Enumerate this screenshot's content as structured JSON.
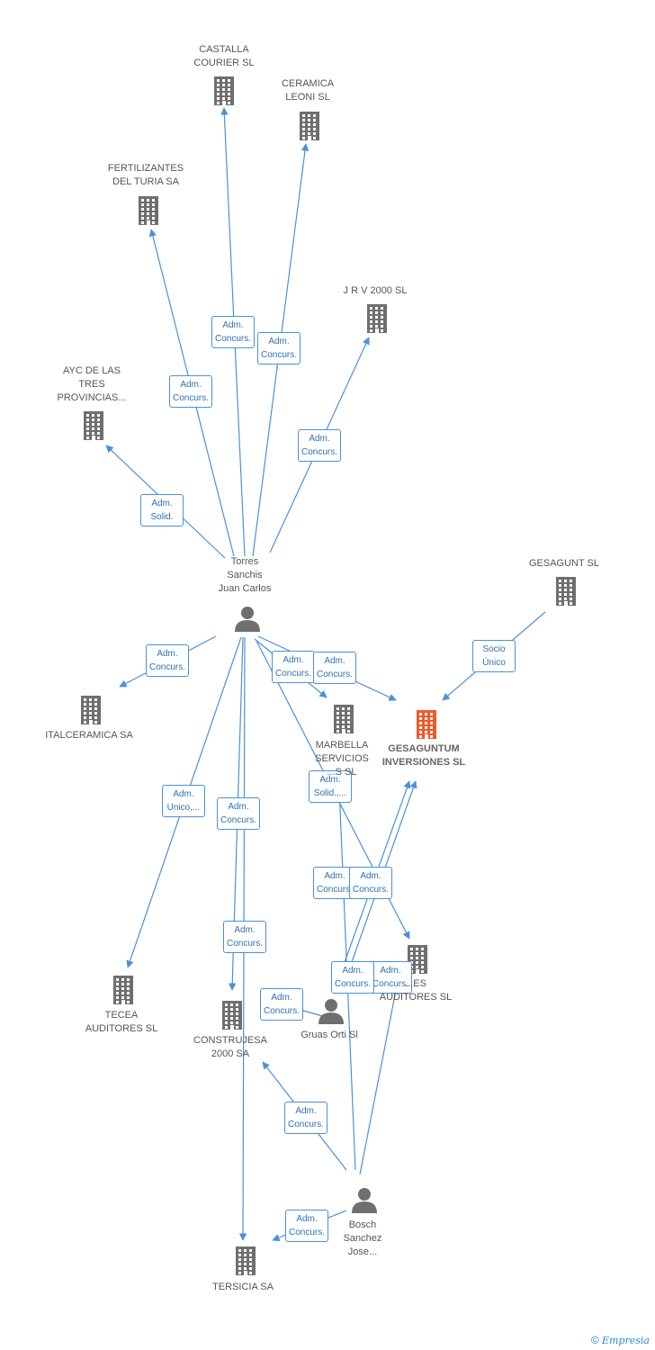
{
  "colors": {
    "edge": "#4a90d9",
    "building": "#6f6f6f",
    "focus_building": "#f05a28",
    "person": "#6f6f6f"
  },
  "nodes": [
    {
      "id": "castalla",
      "kind": "company",
      "label": "CASTALLA\nCOURIER  SL"
    },
    {
      "id": "ceramica",
      "kind": "company",
      "label": "CERAMICA\nLEONI SL"
    },
    {
      "id": "fertilizantes",
      "kind": "company",
      "label": "FERTILIZANTES\nDEL TURIA SA"
    },
    {
      "id": "jrv",
      "kind": "company",
      "label": "J R V 2000 SL"
    },
    {
      "id": "ayc",
      "kind": "company",
      "label": "AYC DE LAS\nTRES\nPROVINCIAS..."
    },
    {
      "id": "torres",
      "kind": "person",
      "label": "Torres\nSanchis\nJuan Carlos"
    },
    {
      "id": "gesagunt",
      "kind": "company",
      "label": "GESAGUNT SL"
    },
    {
      "id": "italceramica",
      "kind": "company",
      "label": "ITALCERAMICA SA"
    },
    {
      "id": "marbella",
      "kind": "company",
      "label": "MARBELLA\nSERVICIOS\n...S SL"
    },
    {
      "id": "gesaguntum",
      "kind": "company",
      "focus": true,
      "label": "GESAGUNTUM\nINVERSIONES SL"
    },
    {
      "id": "auditores",
      "kind": "company",
      "label": "...ES\nAUDITORES SL"
    },
    {
      "id": "tecea",
      "kind": "company",
      "label": "TECEA\nAUDITORES SL"
    },
    {
      "id": "construjesa",
      "kind": "company",
      "label": "CONSTRUJESA\n2000 SA"
    },
    {
      "id": "gruas",
      "kind": "person",
      "label": "Gruas Orti Sl"
    },
    {
      "id": "bosch",
      "kind": "person",
      "label": "Bosch\nSanchez\nJose..."
    },
    {
      "id": "tersicia",
      "kind": "company",
      "label": "TERSICIA SA"
    }
  ],
  "edges": [
    {
      "from": "torres",
      "to": "castalla",
      "label": "Adm.\nConcurs."
    },
    {
      "from": "torres",
      "to": "ceramica",
      "label": "Adm.\nConcurs."
    },
    {
      "from": "torres",
      "to": "fertilizantes",
      "label": "Adm.\nConcurs."
    },
    {
      "from": "torres",
      "to": "jrv",
      "label": "Adm.\nConcurs."
    },
    {
      "from": "torres",
      "to": "ayc",
      "label": "Adm.\nSolid."
    },
    {
      "from": "torres",
      "to": "italceramica",
      "label": "Adm.\nConcurs."
    },
    {
      "from": "torres",
      "to": "marbella",
      "label": "Adm.\nConcurs."
    },
    {
      "from": "torres",
      "to": "gesaguntum",
      "label": "Adm.\nConcurs."
    },
    {
      "from": "gesagunt",
      "to": "gesaguntum",
      "label": "Socio\nÚnico"
    },
    {
      "from": "torres",
      "to": "tecea",
      "label": "Adm.\nUnico,..."
    },
    {
      "from": "torres",
      "to": "construjesa",
      "label": "Adm.\nConcurs."
    },
    {
      "from": "torres",
      "to": "auditores",
      "label": "Adm.\nSolid.,..."
    },
    {
      "from": "gruas",
      "to": "gesaguntum",
      "label": "Adm.\nConcurs."
    },
    {
      "from": "gruas",
      "to": "gesaguntum",
      "label": "Adm.\nConcurs."
    },
    {
      "from": "bosch",
      "to": "gesaguntum",
      "label": "Adm.\nConcurs."
    },
    {
      "from": "bosch",
      "to": "auditores",
      "label": "Adm.\nConcurs."
    },
    {
      "from": "torres",
      "to": "tersicia",
      "label": "Adm.\nConcurs."
    },
    {
      "from": "gruas",
      "to": "construjesa",
      "label": "Adm.\nConcurs."
    },
    {
      "from": "bosch",
      "to": "construjesa",
      "label": "Adm.\nConcurs."
    },
    {
      "from": "bosch",
      "to": "tersicia",
      "label": "Adm.\nConcurs."
    }
  ],
  "footer": {
    "copyright_symbol": "©",
    "brand": "Empresia"
  }
}
